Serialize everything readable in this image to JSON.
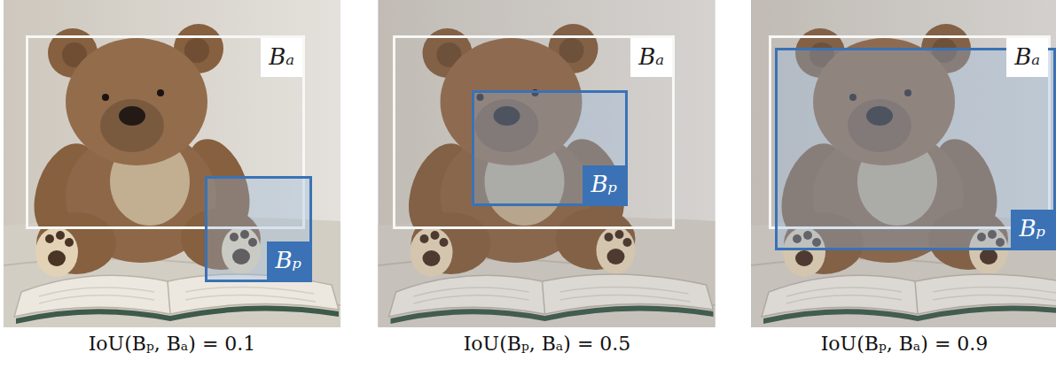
{
  "diagram": {
    "nodes": [
      {
        "text": [
          "Bₐ"
        ]
      },
      {
        "text": [
          "Bₚ"
        ]
      },
      {
        "text": [
          "Bₐ"
        ]
      },
      {
        "text": [
          "Bₚ"
        ],
        "in": 2
      },
      {
        "text": [
          "Bₐ"
        ]
      },
      {
        "text": [
          "Bₚ"
        ]
      }
    ],
    "labels": [
      "IoU(Bₚ, Bₐ) = 0.1",
      "IoU(Bₚ, Bₐ) = 0.5",
      "IoU(Bₚ, Bₐ) = 0.9"
    ]
  }
}
